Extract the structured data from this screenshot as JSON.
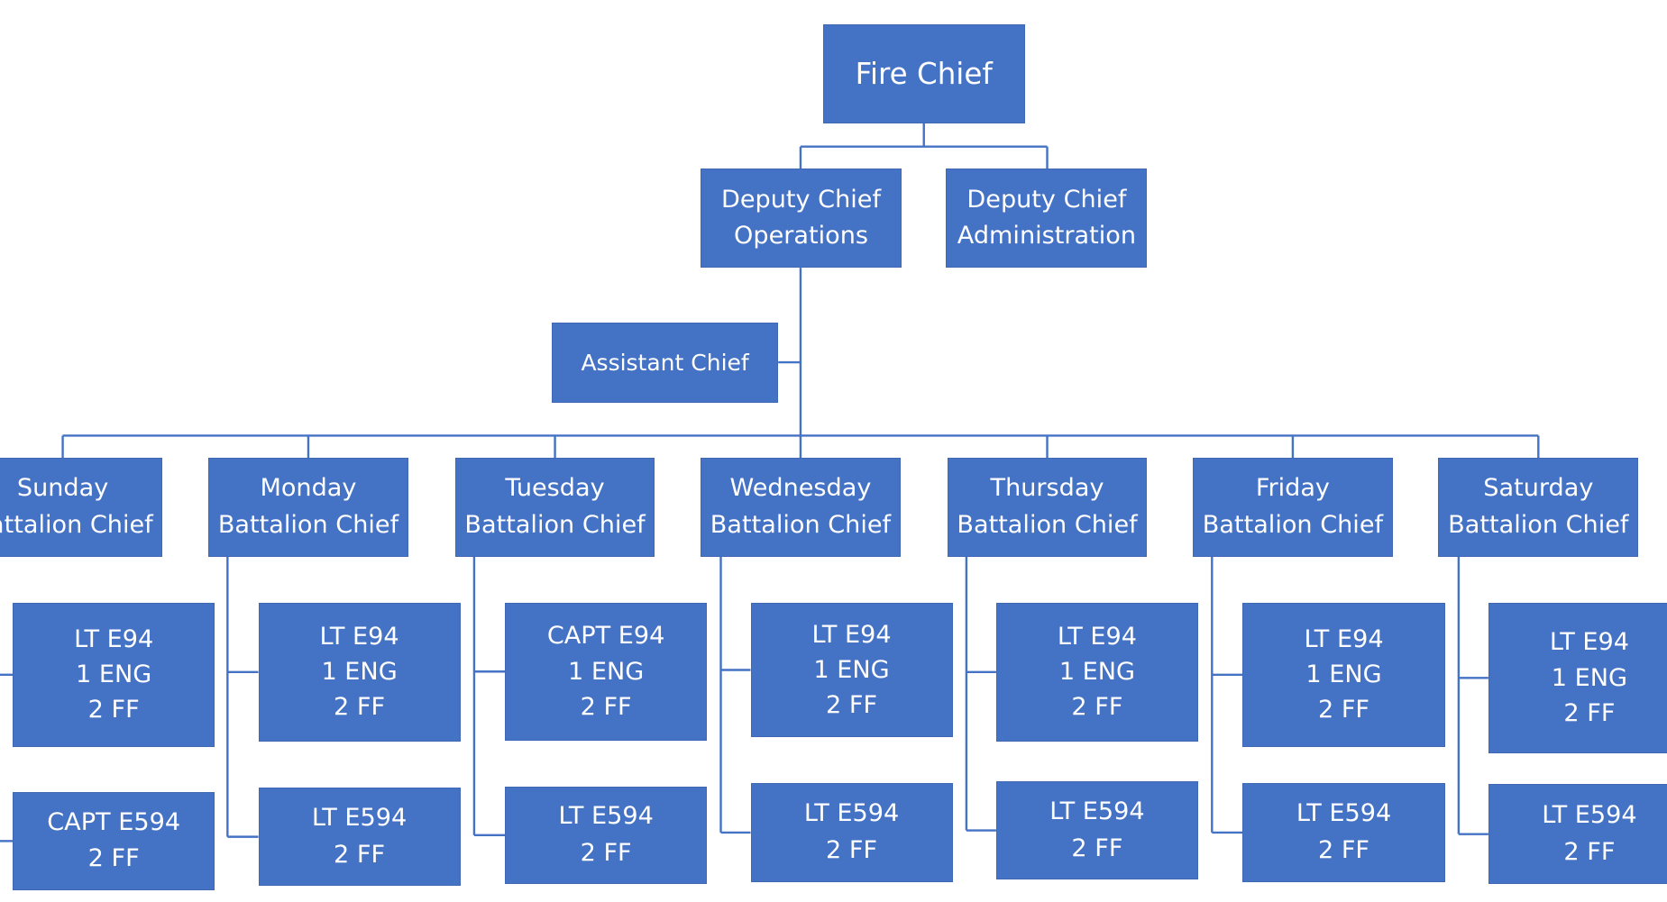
{
  "colors": {
    "box_fill": "#4472C4",
    "box_stroke": "#4068B4",
    "connector": "#4472C4",
    "background": "#FFFFFF",
    "text": "#FFFFFF"
  },
  "nodes": {
    "fire_chief": {
      "lines": [
        "Fire Chief"
      ]
    },
    "deputy_ops": {
      "lines": [
        "Deputy Chief",
        "Operations"
      ]
    },
    "deputy_admin": {
      "lines": [
        "Deputy Chief",
        "Administration"
      ]
    },
    "assistant_chief": {
      "lines": [
        "Assistant Chief"
      ]
    },
    "bc_sunday": {
      "lines": [
        "Sunday",
        "Battalion Chief"
      ]
    },
    "bc_monday": {
      "lines": [
        "Monday",
        "Battalion Chief"
      ]
    },
    "bc_tuesday": {
      "lines": [
        "Tuesday",
        "Battalion Chief"
      ]
    },
    "bc_wednesday": {
      "lines": [
        "Wednesday",
        "Battalion Chief"
      ]
    },
    "bc_thursday": {
      "lines": [
        "Thursday",
        "Battalion Chief"
      ]
    },
    "bc_friday": {
      "lines": [
        "Friday",
        "Battalion Chief"
      ]
    },
    "bc_saturday": {
      "lines": [
        "Saturday",
        "Battalion Chief"
      ]
    },
    "e94_sunday": {
      "lines": [
        "LT E94",
        "1 ENG",
        "2 FF"
      ]
    },
    "e94_monday": {
      "lines": [
        "LT E94",
        "1 ENG",
        "2 FF"
      ]
    },
    "e94_tuesday": {
      "lines": [
        "CAPT E94",
        "1 ENG",
        "2 FF"
      ]
    },
    "e94_wednesday": {
      "lines": [
        "LT E94",
        "1 ENG",
        "2 FF"
      ]
    },
    "e94_thursday": {
      "lines": [
        "LT E94",
        "1 ENG",
        "2 FF"
      ]
    },
    "e94_friday": {
      "lines": [
        "LT E94",
        "1 ENG",
        "2 FF"
      ]
    },
    "e94_saturday": {
      "lines": [
        "LT E94",
        "1 ENG",
        "2 FF"
      ]
    },
    "e594_sunday": {
      "lines": [
        "CAPT E594",
        "2 FF"
      ]
    },
    "e594_monday": {
      "lines": [
        "LT E594",
        "2 FF"
      ]
    },
    "e594_tuesday": {
      "lines": [
        "LT E594",
        "2 FF"
      ]
    },
    "e594_wednesday": {
      "lines": [
        "LT E594",
        "2 FF"
      ]
    },
    "e594_thursday": {
      "lines": [
        "LT E594",
        "2 FF"
      ]
    },
    "e594_friday": {
      "lines": [
        "LT E594",
        "2 FF"
      ]
    },
    "e594_saturday": {
      "lines": [
        "LT E594",
        "2 FF"
      ]
    }
  }
}
